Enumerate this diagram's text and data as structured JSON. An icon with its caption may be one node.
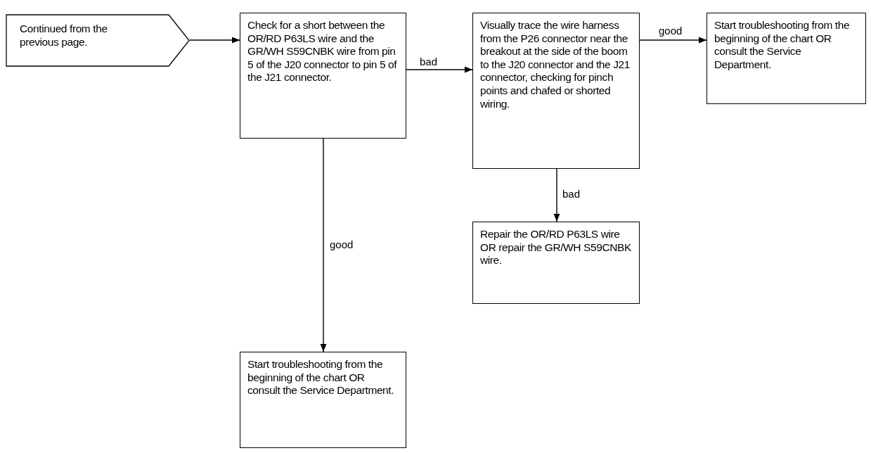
{
  "diagram": {
    "nodes": [
      {
        "text": [
          "Continued from the previous page."
        ]
      },
      {
        "text": [
          "Check for a short between the OR/RD P63LS wire and the GR/WH S59CNBK wire from pin 5 of the J20 connector to pin 5 of the J21 connector."
        ]
      },
      {
        "text": [
          "Visually trace the wire harness from the P26 connector near the breakout at the side of the boom to the J20 connector and the J21 connector, checking for pinch points and chafed or shorted wiring."
        ]
      },
      {
        "text": [
          "Start troubleshooting from the beginning of the chart OR consult the Service Department."
        ]
      },
      {
        "text": [
          "Repair the OR/RD P63LS wire OR repair the GR/WH S59CNBK wire."
        ]
      },
      {
        "text": [
          "Start troubleshooting from the beginning of the chart OR consult the Service Department."
        ]
      }
    ],
    "edges": [
      {
        "from": 0,
        "to": 1,
        "arrow": "to"
      },
      {
        "from": 1,
        "to": 2,
        "arrow": "to",
        "label": "bad"
      },
      {
        "from": 2,
        "to": 3,
        "arrow": "to",
        "label": "good"
      },
      {
        "from": 2,
        "to": 4,
        "arrow": "to",
        "label": "bad"
      },
      {
        "from": 1,
        "to": 5,
        "arrow": "to",
        "label": "good"
      }
    ]
  }
}
